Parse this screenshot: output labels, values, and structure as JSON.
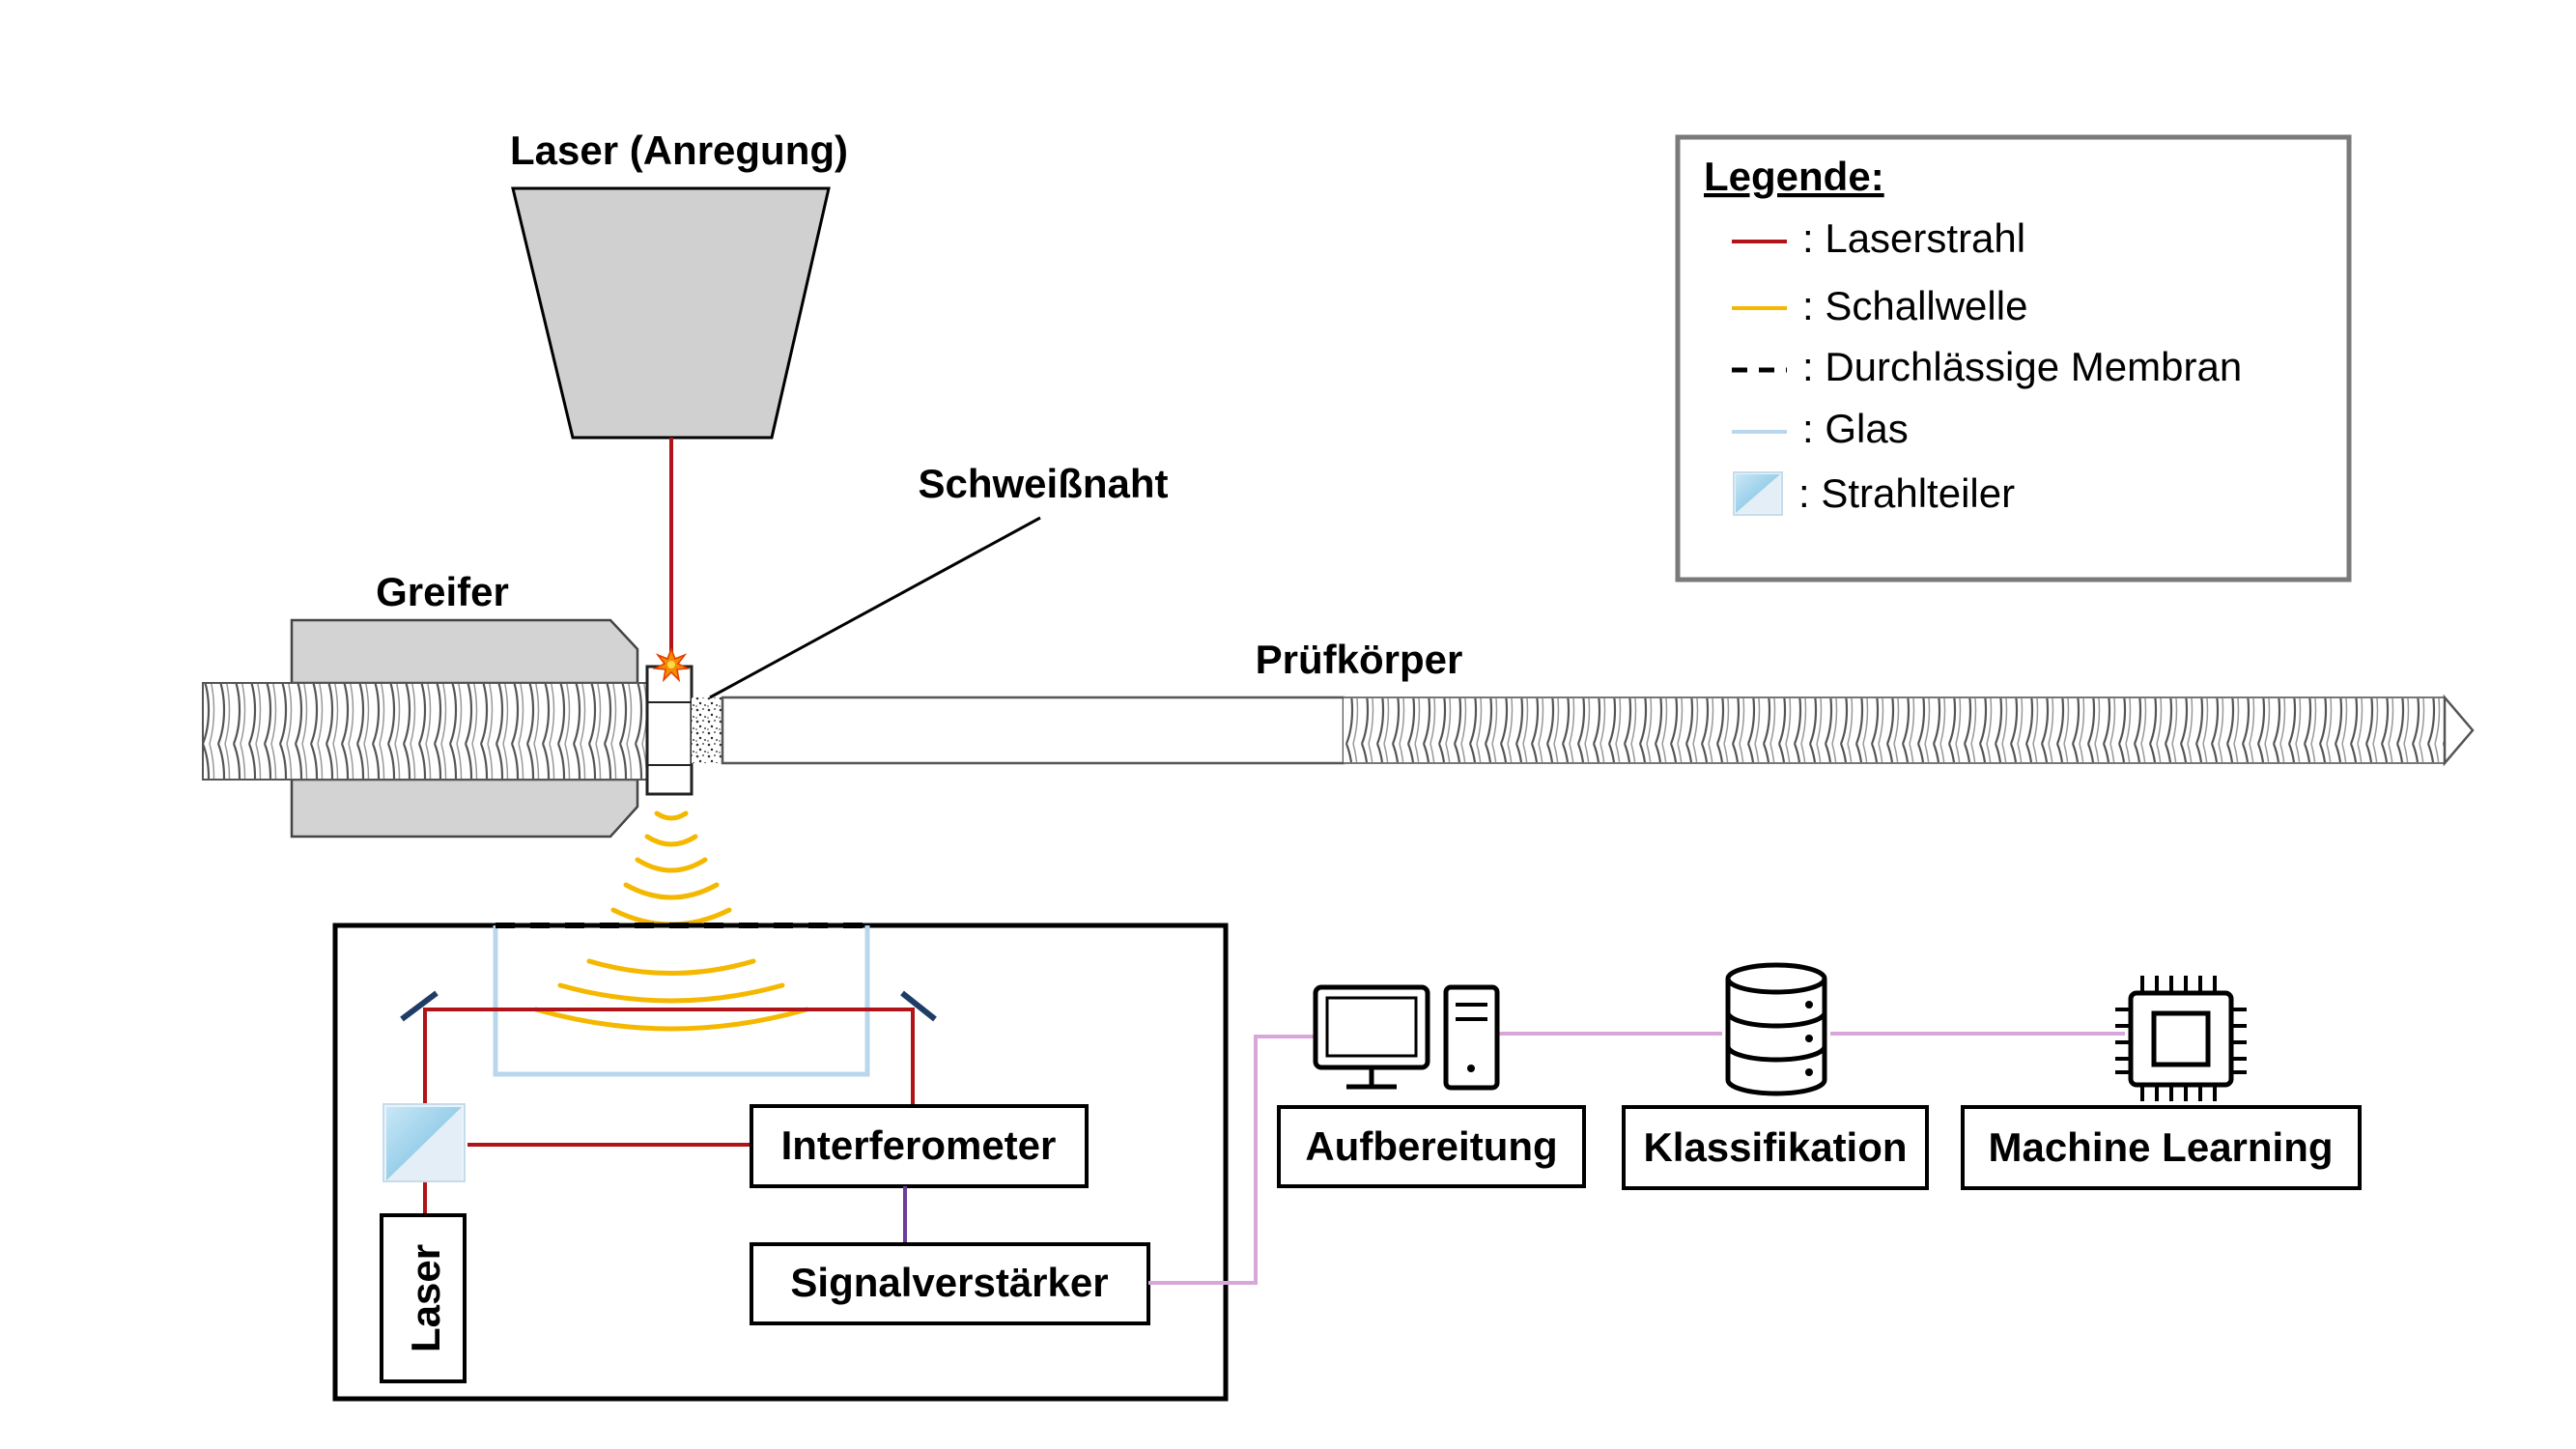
{
  "labels": {
    "laser_excitation": "Laser (Anregung)",
    "weld_seam": "Schweißnaht",
    "gripper": "Greifer",
    "specimen": "Prüfkörper",
    "laser": "Laser"
  },
  "boxes": {
    "interferometer": "Interferometer",
    "signal_amplifier": "Signalverstärker",
    "preprocessing": "Aufbereitung",
    "classification": "Klassifikation",
    "machine_learning": "Machine Learning"
  },
  "legend": {
    "title": "Legende:",
    "items": [
      {
        "label": ": Laserstrahl",
        "symbol": "solid-line",
        "color": "#b01418"
      },
      {
        "label": ": Schallwelle",
        "symbol": "solid-line",
        "color": "#f5b800"
      },
      {
        "label": ": Durchlässige Membran",
        "symbol": "dashed-line",
        "color": "#000000"
      },
      {
        "label": ": Glas",
        "symbol": "solid-line",
        "color": "#b9d7ec"
      },
      {
        "label": ": Strahlteiler",
        "symbol": "beamsplitter-square",
        "color": "#9fd3ee"
      }
    ]
  },
  "colors": {
    "laser_beam": "#b01418",
    "sound_wave": "#f5b800",
    "glass": "#b9d7ec",
    "data_link": "#d9a6d9",
    "amp_link": "#6a3d9a",
    "gripper_fill": "#d3d3d3",
    "laser_head_fill": "#d0d0d0"
  },
  "icons": [
    "computer-icon",
    "database-icon",
    "chip-icon",
    "spark-icon",
    "mirror-icon"
  ]
}
